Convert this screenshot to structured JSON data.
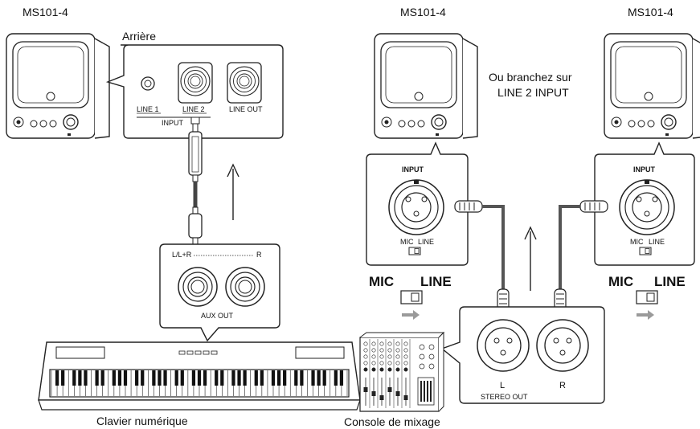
{
  "labels": {
    "speaker_left": "MS101-4",
    "speaker_center": "MS101-4",
    "speaker_right": "MS101-4",
    "rear": "Arrière",
    "note_line1": "Ou branchez sur",
    "note_line2": "LINE 2 INPUT",
    "line1": "LINE 1",
    "line2": "LINE 2",
    "line_out": "LINE OUT",
    "input_group": "INPUT",
    "aux_lr": "L/L+R",
    "aux_r": "R",
    "aux_out": "AUX OUT",
    "keyboard": "Clavier numérique",
    "mixer": "Console de mixage",
    "xlr_input": "INPUT",
    "mic": "MIC",
    "line": "LINE",
    "mic_big": "MIC",
    "line_big": "LINE",
    "stereo_l": "L",
    "stereo_r": "R",
    "stereo_out": "STEREO OUT"
  },
  "colors": {
    "stroke": "#222222",
    "callout_fill": "#ffffff",
    "arrow_gray": "#9a9a9a",
    "cable": "#555555"
  },
  "icons": [
    "speaker-icon",
    "jack-plug-icon",
    "xlr-plug-icon",
    "keyboard-icon",
    "mixer-icon",
    "switch-icon",
    "arrow-up-icon",
    "arrow-right-icon"
  ]
}
